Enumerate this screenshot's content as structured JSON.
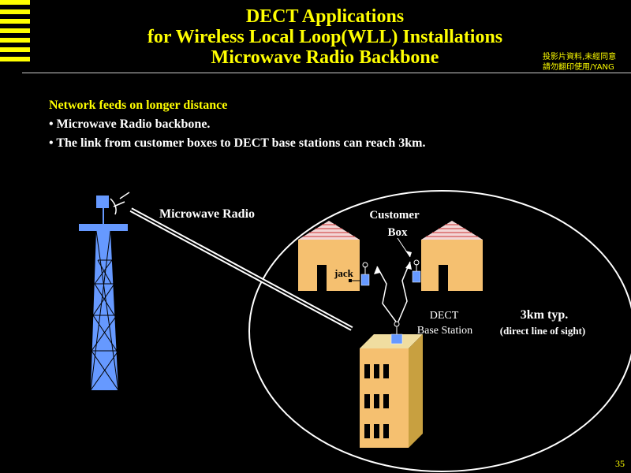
{
  "slide": {
    "title_lines": [
      "DECT Applications",
      "for Wireless Local Loop(WLL) Installations",
      "Microwave Radio Backbone"
    ],
    "notice_lines": [
      "投影片資料,未經同意",
      "請勿翻印使用/YANG"
    ],
    "lead_line": "Network feeds on longer distance",
    "bullets": [
      "Microwave Radio backbone.",
      "The link from customer boxes to DECT base stations can reach 3km."
    ],
    "page_number": "35"
  },
  "diagram": {
    "microwave_label": "Microwave Radio",
    "customer_box_label_1": "Customer",
    "customer_box_label_2": "Box",
    "jack_label": "jack",
    "dect_label_1": "DECT",
    "dect_label_2": "Base Station",
    "range_label": "3km typ.",
    "range_note": "(direct line of sight)"
  },
  "colors": {
    "accent_yellow": "#ffff00",
    "building_fill": "#f5c070",
    "roof_red": "#cc3333",
    "tower_blue": "#6699ff"
  }
}
